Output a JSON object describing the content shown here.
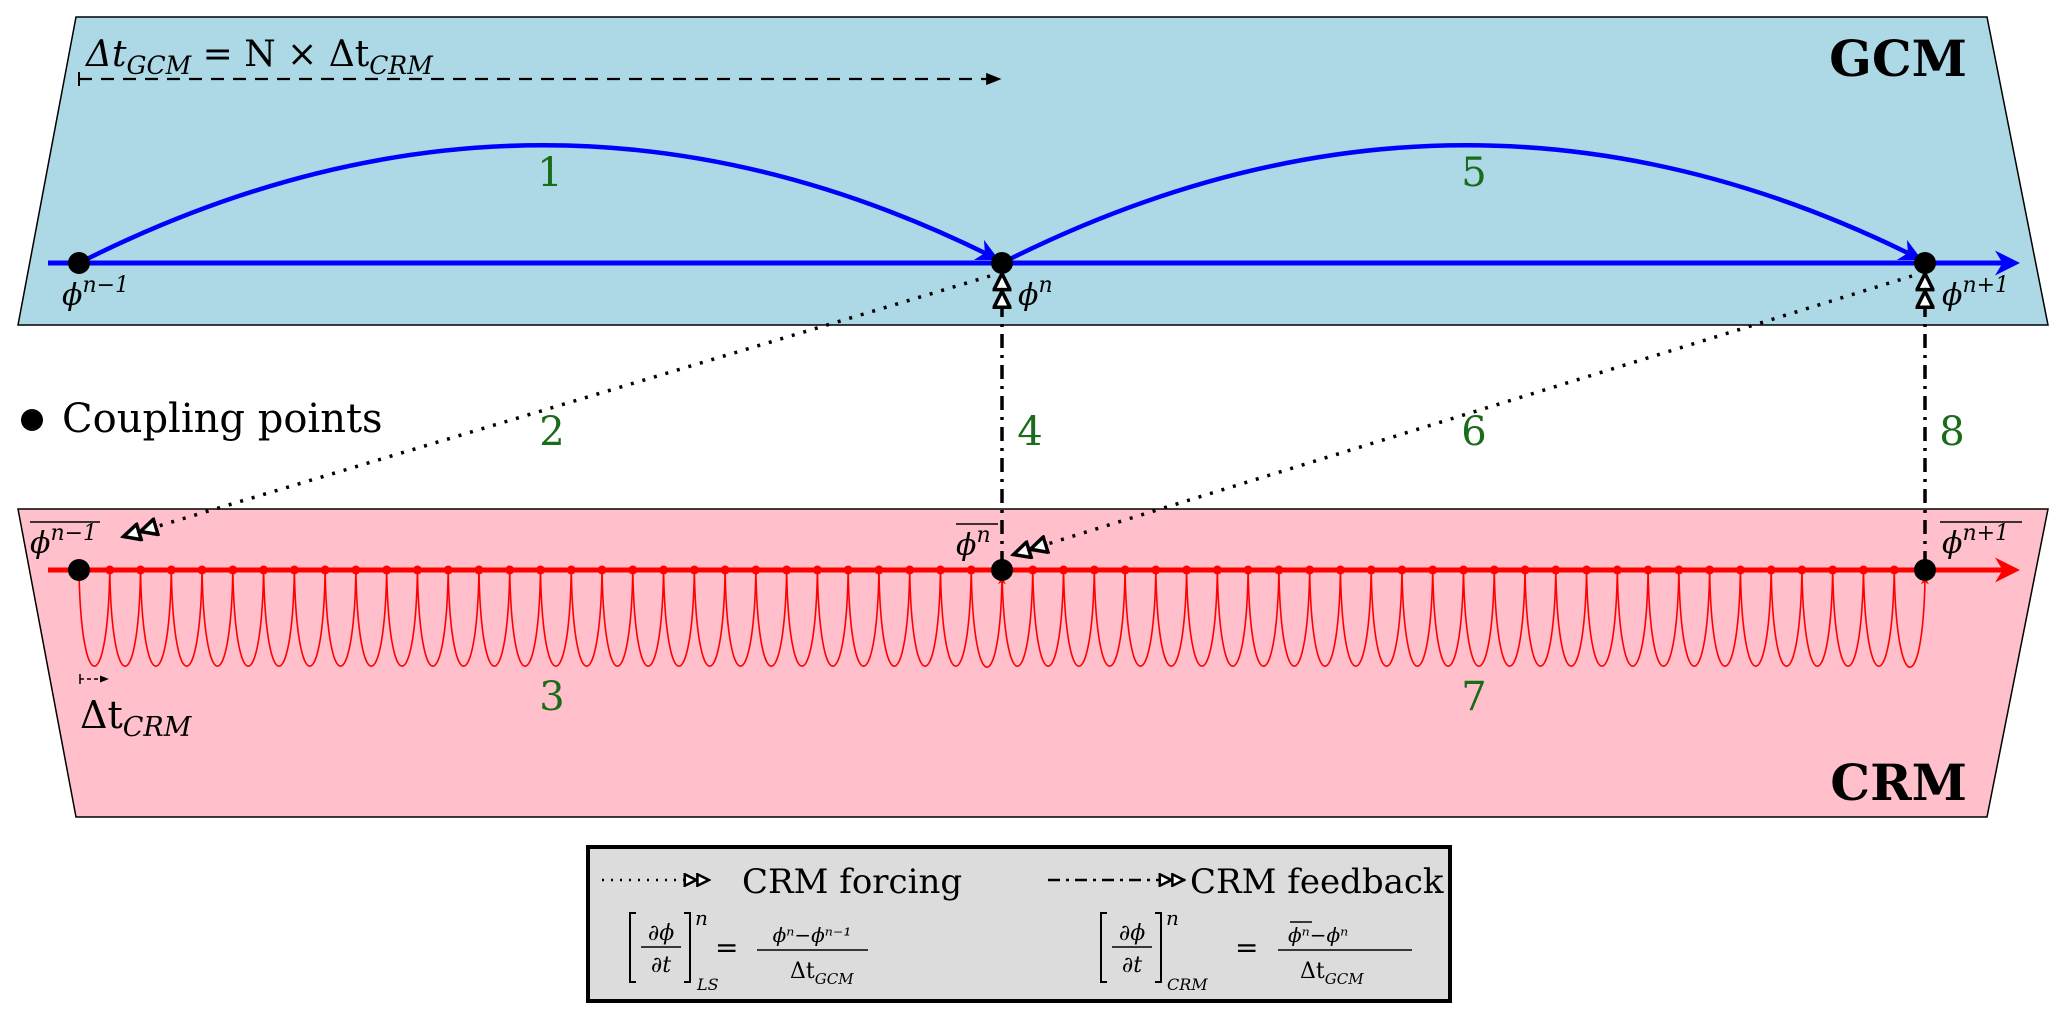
{
  "colors": {
    "gcm_fill": "#add8e6",
    "crm_fill": "#ffc0cb",
    "gcm_line": "#0000ff",
    "crm_line": "#ff0000",
    "step_label": "#1a6b1a",
    "legend_fill": "#dcdcdc"
  },
  "gcm": {
    "title": "GCM",
    "timestep_formula": {
      "lhs": "Δt",
      "lhs_sub": "GCM",
      "mid": " = N × Δt",
      "rhs_sub": "CRM"
    },
    "points": [
      {
        "base": "ϕ",
        "sup": "n−1"
      },
      {
        "base": "ϕ",
        "sup": "n"
      },
      {
        "base": "ϕ",
        "sup": "n+1"
      }
    ],
    "steps": [
      "1",
      "5"
    ]
  },
  "coupling": {
    "legend_label": "Coupling points",
    "steps": [
      "2",
      "4",
      "6",
      "8"
    ]
  },
  "crm": {
    "title": "CRM",
    "timestep_label": {
      "base": "Δt",
      "sub": "CRM"
    },
    "points": [
      {
        "base": "ϕ",
        "sup": "n−1"
      },
      {
        "base": "ϕ",
        "sup": "n"
      },
      {
        "base": "ϕ",
        "sup": "n+1"
      }
    ],
    "steps": [
      "3",
      "7"
    ],
    "substeps_per_gcm_step": 30
  },
  "legend": {
    "forcing_label": "CRM forcing",
    "feedback_label": "CRM feedback",
    "forcing_eq": {
      "lhs_num": "∂ϕ",
      "lhs_den": "∂t",
      "sup": "n",
      "sub": "LS",
      "rhs_num": "ϕⁿ−ϕⁿ⁻¹",
      "rhs_den": "Δt",
      "rhs_den_sub": "GCM"
    },
    "feedback_eq": {
      "lhs_num": "∂ϕ",
      "lhs_den": "∂t",
      "sup": "n",
      "sub": "CRM",
      "rhs_num_bar": "ϕⁿ",
      "rhs_num_rest": "−ϕⁿ",
      "rhs_den": "Δt",
      "rhs_den_sub": "GCM"
    }
  }
}
